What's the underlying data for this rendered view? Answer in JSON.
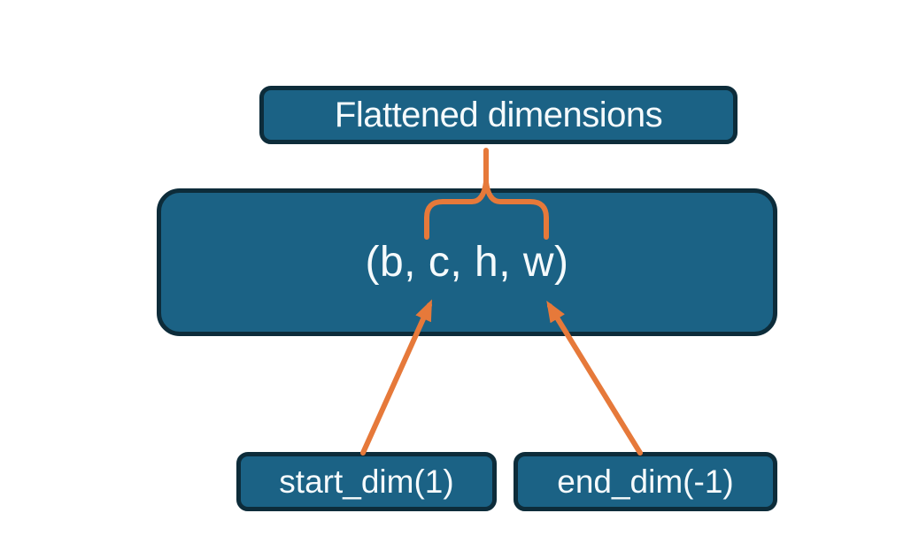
{
  "diagram": {
    "nodes": {
      "flattened": {
        "label": "Flattened dimensions"
      },
      "tensor": {
        "label": "(b, c, h, w)"
      },
      "start_dim": {
        "label": "start_dim(1)"
      },
      "end_dim": {
        "label": "end_dim(-1)"
      }
    },
    "connectors": [
      {
        "name": "brace-stem",
        "type": "line",
        "from": "flattened",
        "to": "brace"
      },
      {
        "name": "flatten-brace",
        "type": "brace",
        "spans": "c, h, w portion of (b, c, h, w)"
      },
      {
        "name": "start-dim-arrow",
        "type": "arrow",
        "from": "start_dim",
        "to": "c"
      },
      {
        "name": "end-dim-arrow",
        "type": "arrow",
        "from": "end_dim",
        "to": "w"
      }
    ]
  },
  "colors": {
    "node_fill": "#1b6285",
    "node_border": "#0d2c3a",
    "connector": "#e6793a",
    "text": "#f5fafc",
    "background": "#ffffff"
  }
}
